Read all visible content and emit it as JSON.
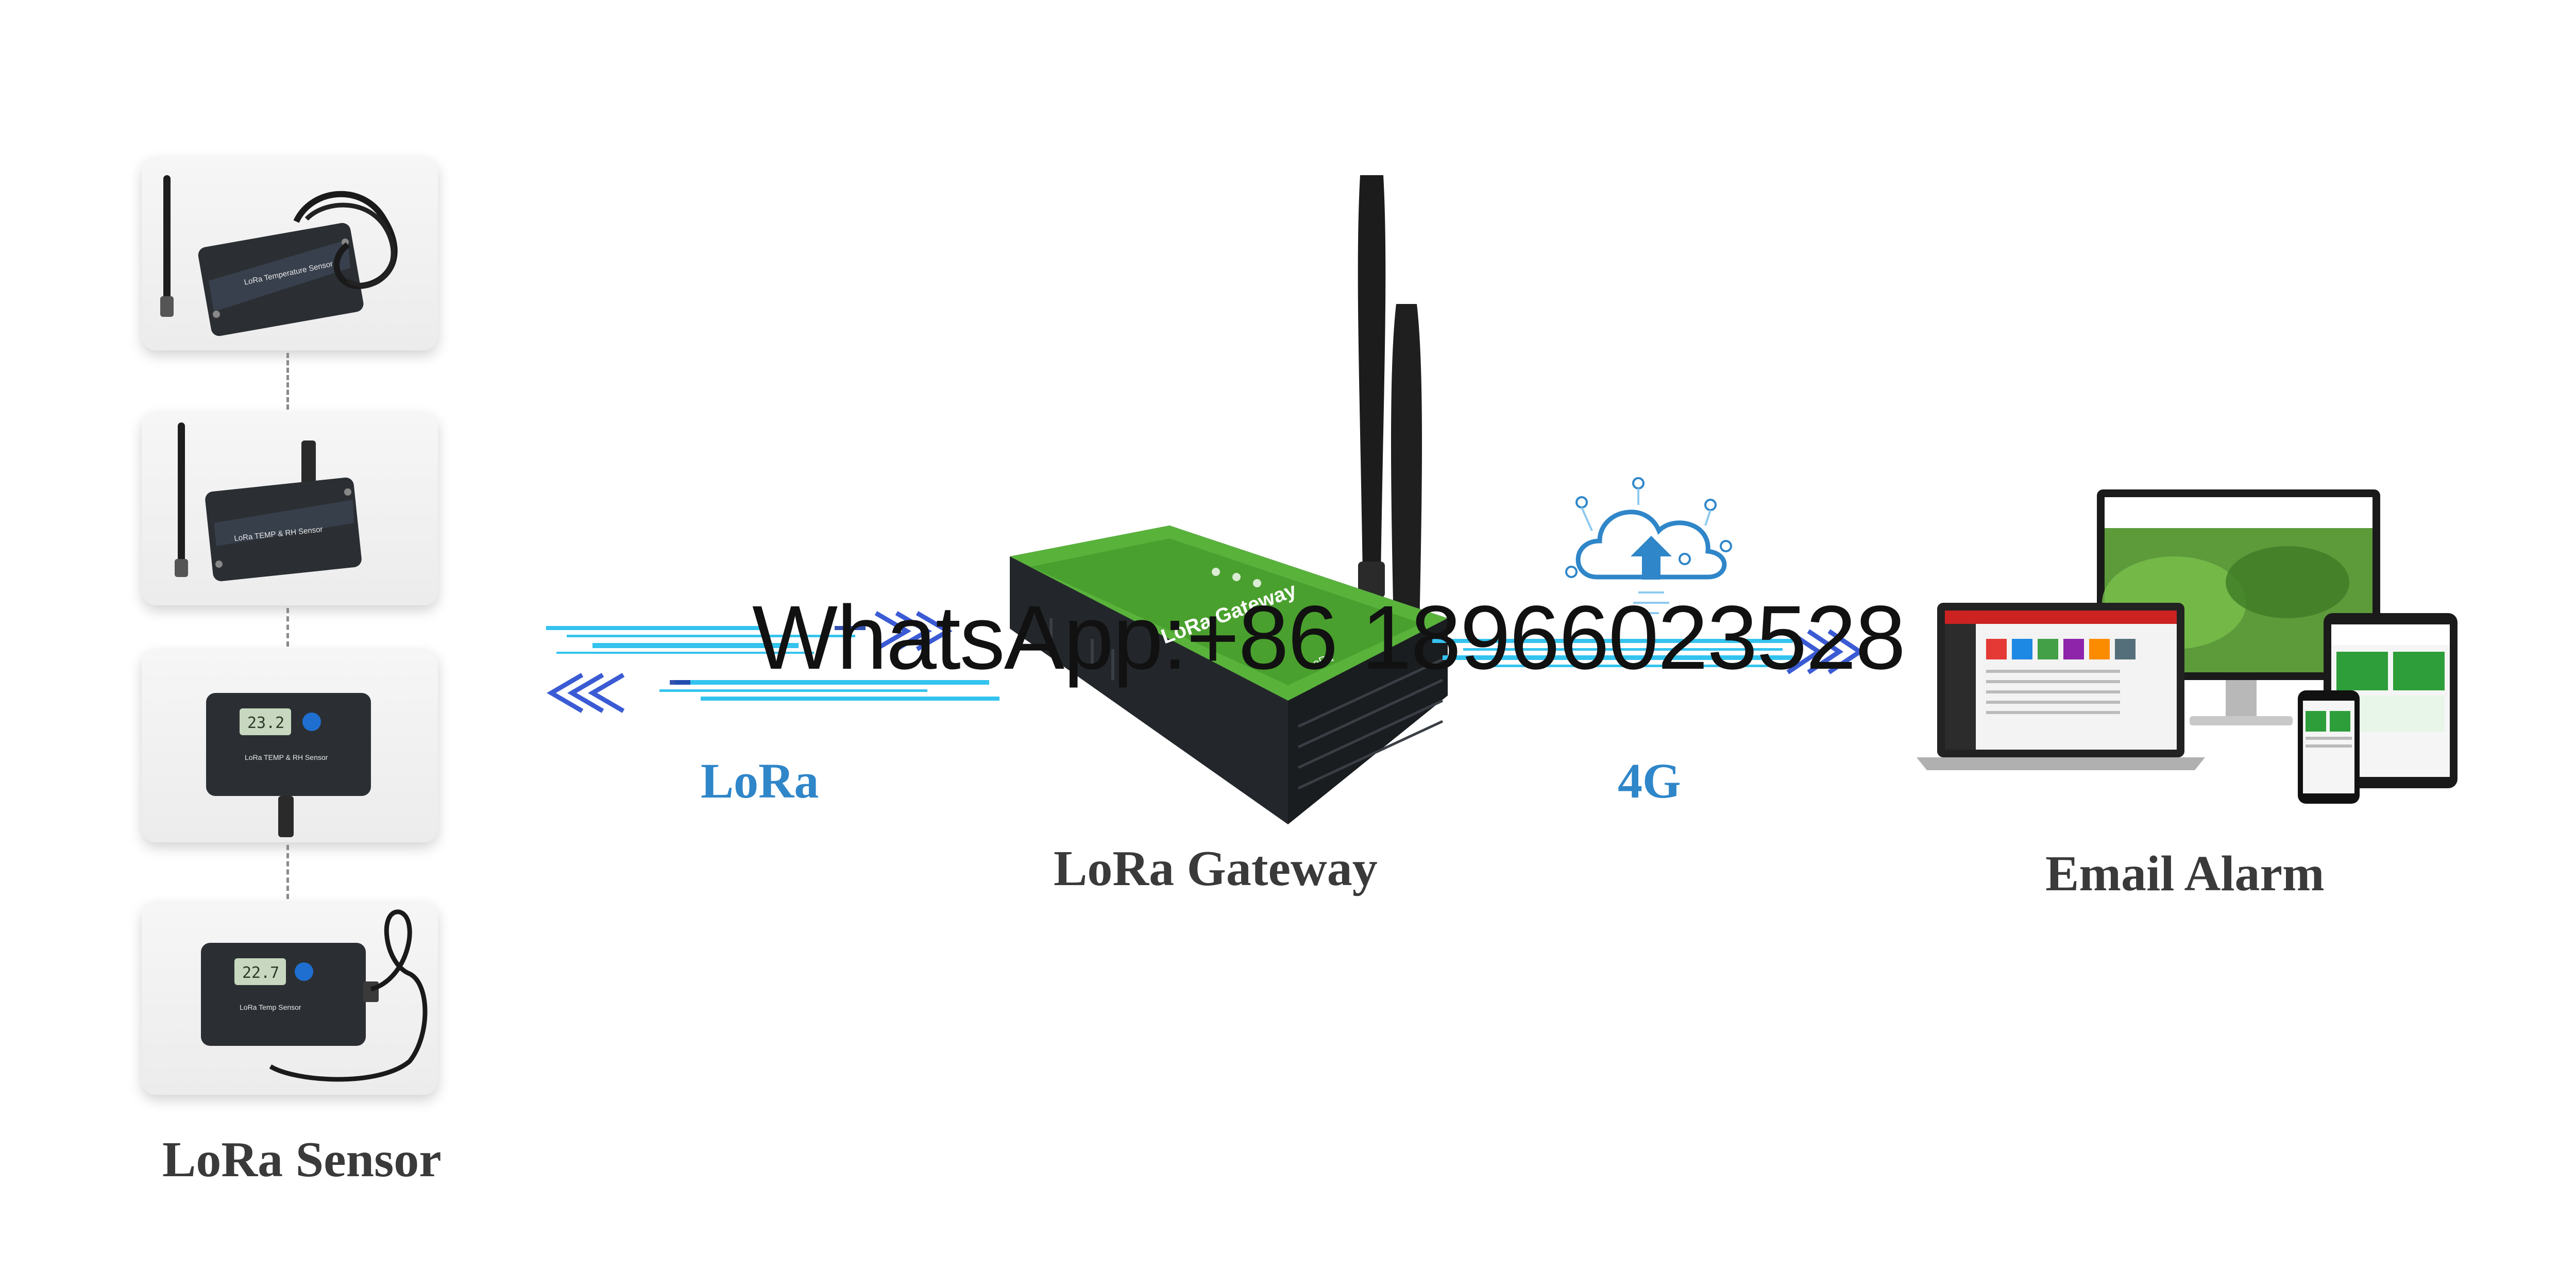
{
  "labels": {
    "sensor": "LoRa Sensor",
    "gateway": "LoRa Gateway",
    "email": "Email Alarm",
    "lora_link": "LoRa",
    "g4_link": "4G"
  },
  "watermark": "WhatsApp:+86 18966023528",
  "device_print": {
    "sensor1": "LoRa Temperature Sensor",
    "sensor2": "LoRa  TEMP & RH Sensor",
    "sensor3": "LoRa  TEMP & RH Sensor",
    "sensor3_display": "23.2",
    "sensor4": "LoRa Temp Sensor",
    "sensor4_display": "22.7",
    "gateway_panel": "LoRa Gateway",
    "brand": "LoRa"
  },
  "colors": {
    "label_gray": "#3a3a3a",
    "label_blue": "#2f86c9",
    "gateway_green": "#59b33b",
    "device_dark": "#2b2f33",
    "arrow_blue": "#3b5bd4",
    "beam_cyan": "#34c3ee"
  },
  "icons": [
    "antenna-icon",
    "cloud-upload-icon",
    "chevron-arrow-icon",
    "monitor-icon",
    "laptop-icon",
    "tablet-icon",
    "phone-icon"
  ]
}
